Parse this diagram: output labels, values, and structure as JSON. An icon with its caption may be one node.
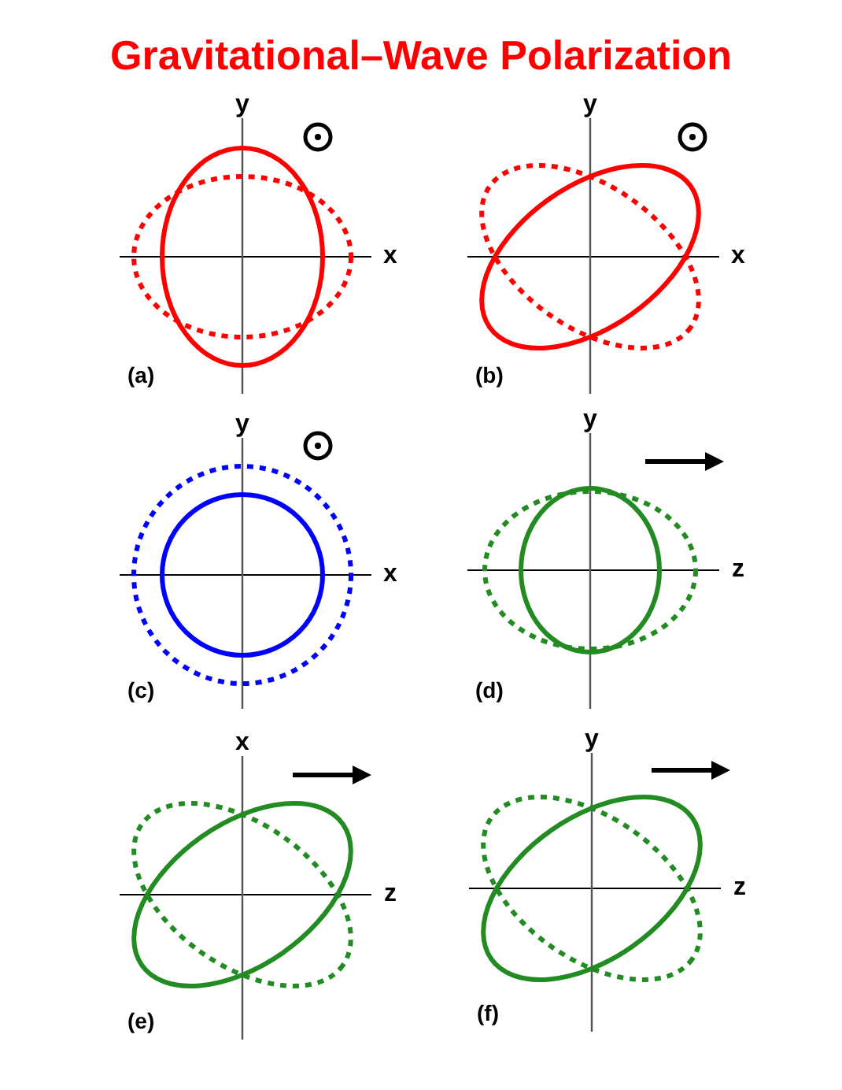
{
  "diagram": {
    "title": "Gravitational–Wave Polarization",
    "labels": [
      "y",
      "x",
      "(a)",
      "y",
      "x",
      "(b)",
      "y",
      "x",
      "(c)",
      "y",
      "z",
      "(d)",
      "x",
      "z",
      "(e)",
      "y",
      "z",
      "(f)"
    ]
  }
}
